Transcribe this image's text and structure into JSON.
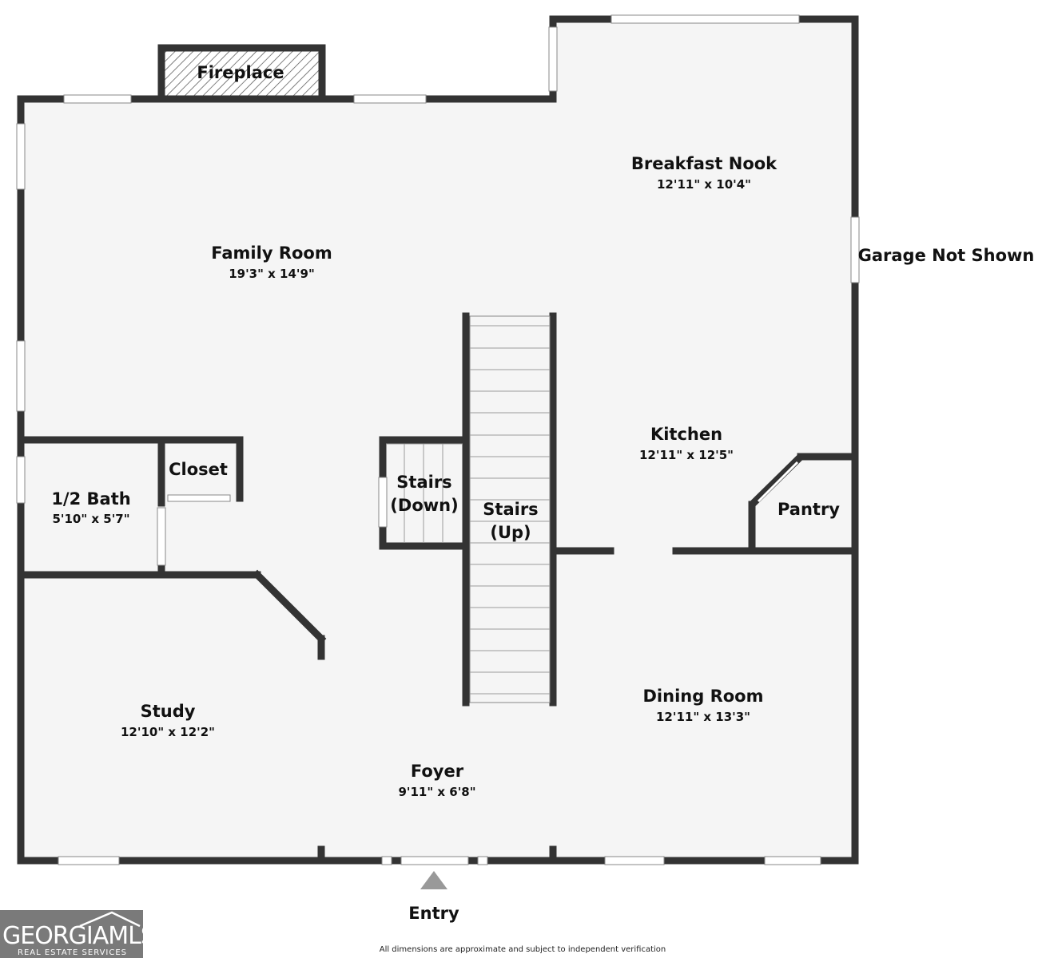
{
  "rooms": {
    "fireplace": {
      "name": "Fireplace"
    },
    "breakfast_nook": {
      "name": "Breakfast Nook",
      "dim": "12'11\" x 10'4\""
    },
    "family_room": {
      "name": "Family Room",
      "dim": "19'3\" x 14'9\""
    },
    "kitchen": {
      "name": "Kitchen",
      "dim": "12'11\" x 12'5\""
    },
    "closet": {
      "name": "Closet"
    },
    "half_bath": {
      "name": "1/2 Bath",
      "dim": "5'10\" x 5'7\""
    },
    "stairs_down": {
      "name_line1": "Stairs",
      "name_line2": "(Down)"
    },
    "stairs_up": {
      "name_line1": "Stairs",
      "name_line2": "(Up)"
    },
    "pantry": {
      "name": "Pantry"
    },
    "dining_room": {
      "name": "Dining Room",
      "dim": "12'11\" x 13'3\""
    },
    "study": {
      "name": "Study",
      "dim": "12'10\" x 12'2\""
    },
    "foyer": {
      "name": "Foyer",
      "dim": "9'11\" x 6'8\""
    }
  },
  "notes": {
    "garage": "Garage Not Shown",
    "entry": "Entry",
    "disclaimer": "All dimensions are approximate and subject to independent verification"
  },
  "logo": {
    "main": "GEORGIAMLS",
    "sub": "REAL ESTATE SERVICES"
  },
  "colors": {
    "wall": "#333333",
    "floor": "#f5f5f5",
    "logo_bg": "#7a7a7a"
  }
}
